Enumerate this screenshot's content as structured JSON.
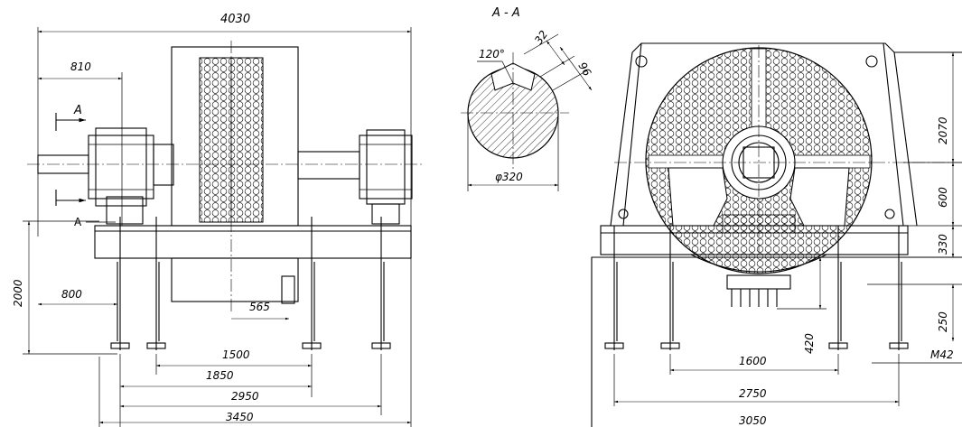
{
  "section_title": "A - A",
  "section_marker": "A",
  "anchor_label": "A",
  "side_view": {
    "dim_overall_length": "4030",
    "dim_810": "810",
    "dim_800": "800",
    "dim_height_2000": "2000",
    "dim_565": "565",
    "dim_1500": "1500",
    "dim_1850": "1850",
    "dim_2950": "2950",
    "dim_3450": "3450"
  },
  "section_view": {
    "angle": "120°",
    "dim_32": "32",
    "dim_96": "96",
    "diameter": "φ320"
  },
  "front_view": {
    "dim_2070": "2070",
    "dim_600": "600",
    "dim_330": "330",
    "dim_250": "250",
    "dim_420": "420",
    "dim_1600": "1600",
    "dim_2750": "2750",
    "dim_3050": "3050",
    "bolt_thread": "M42"
  },
  "colors": {
    "line": "#000000",
    "background": "#ffffff"
  }
}
